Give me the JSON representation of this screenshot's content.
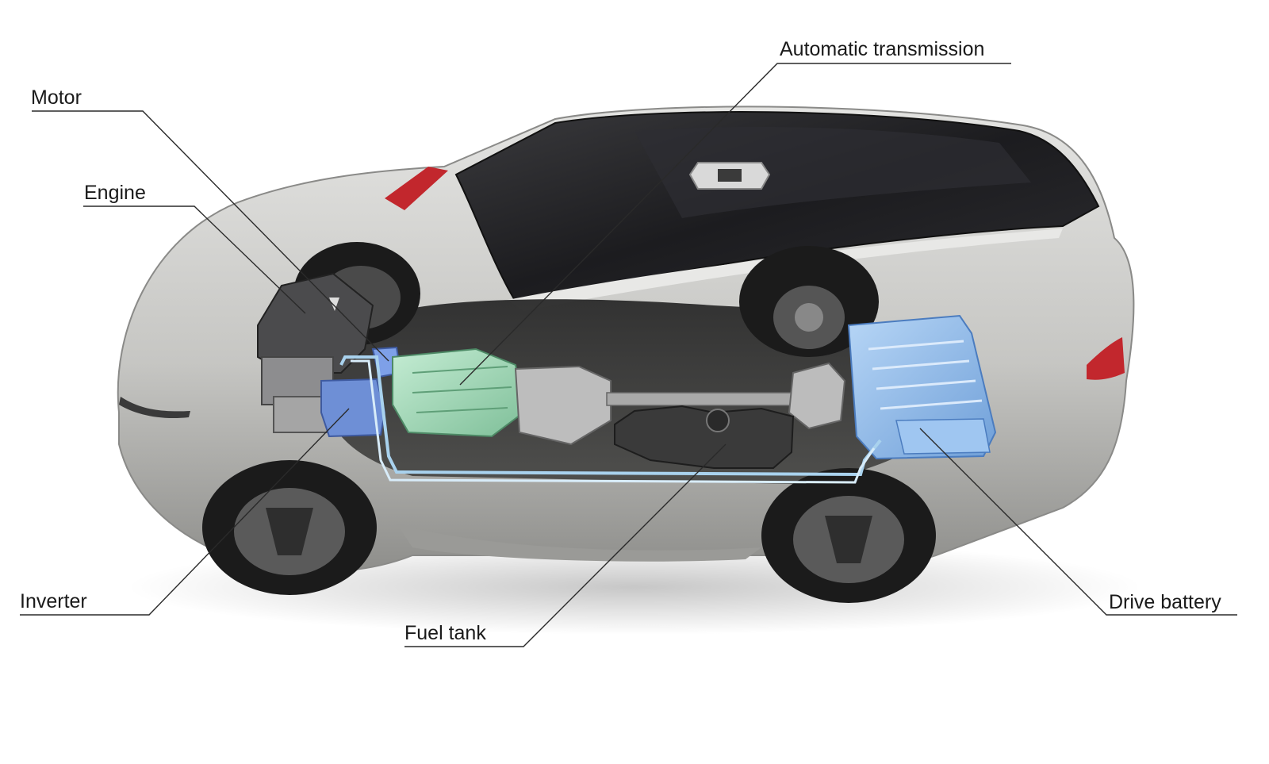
{
  "labels": {
    "motor": "Motor",
    "engine": "Engine",
    "automatic_transmission": "Automatic transmission",
    "inverter": "Inverter",
    "fuel_tank": "Fuel tank",
    "drive_battery": "Drive battery"
  },
  "colors": {
    "body_silver": "#c9c9c7",
    "glass_dark": "#1e1e20",
    "transmission_green": "#9fd9b8",
    "inverter_blue": "#6e8fd6",
    "battery_blue": "#8fbbec",
    "cable_blue": "#a9d2ee",
    "tire_black": "#1b1b1b",
    "tail_red": "#c2272d"
  }
}
